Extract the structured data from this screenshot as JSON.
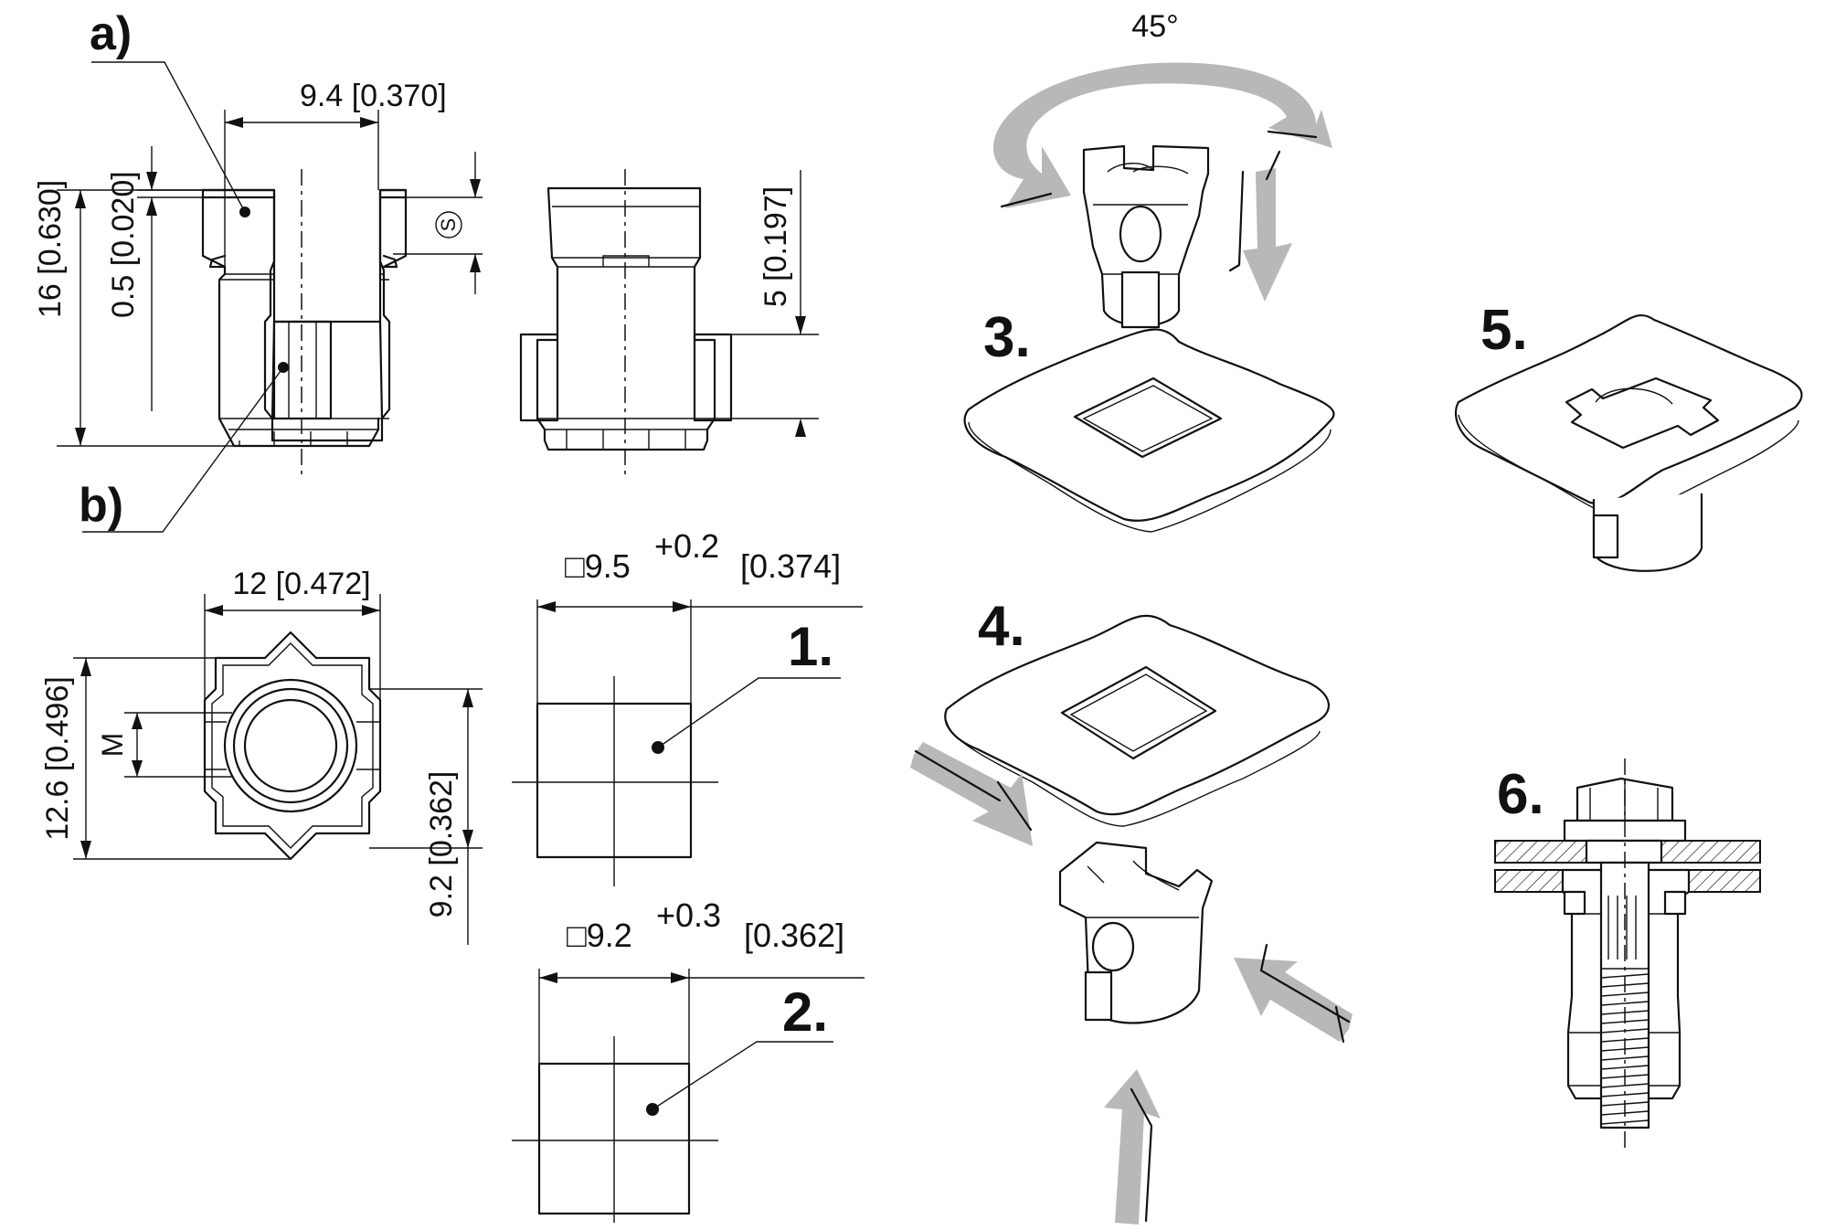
{
  "labels": {
    "a": "a)",
    "b": "b)",
    "step1": "1.",
    "step2": "2.",
    "step3": "3.",
    "step4": "4.",
    "step5": "5.",
    "step6": "6.",
    "s_symbol": "S",
    "m_symbol": "M"
  },
  "dimensions": {
    "width_top": "9.4 [0.370]",
    "height_total": "16 [0.630]",
    "flange": "0.5 [0.020]",
    "side_height": "5 [0.197]",
    "width_plan": "12 [0.472]",
    "height_plan": "12.6 [0.496]",
    "inner_plan": "9.2 [0.362]",
    "hole1_main": "□9.5",
    "hole1_tol": "+0.2",
    "hole1_inch": "[0.374]",
    "hole2_main": "□9.2",
    "hole2_tol": "+0.3",
    "hole2_inch": "[0.362]",
    "rotation": "45°"
  },
  "colors": {
    "line": "#111111",
    "arrow_fill": "#b8b8b8",
    "background": "#ffffff"
  }
}
